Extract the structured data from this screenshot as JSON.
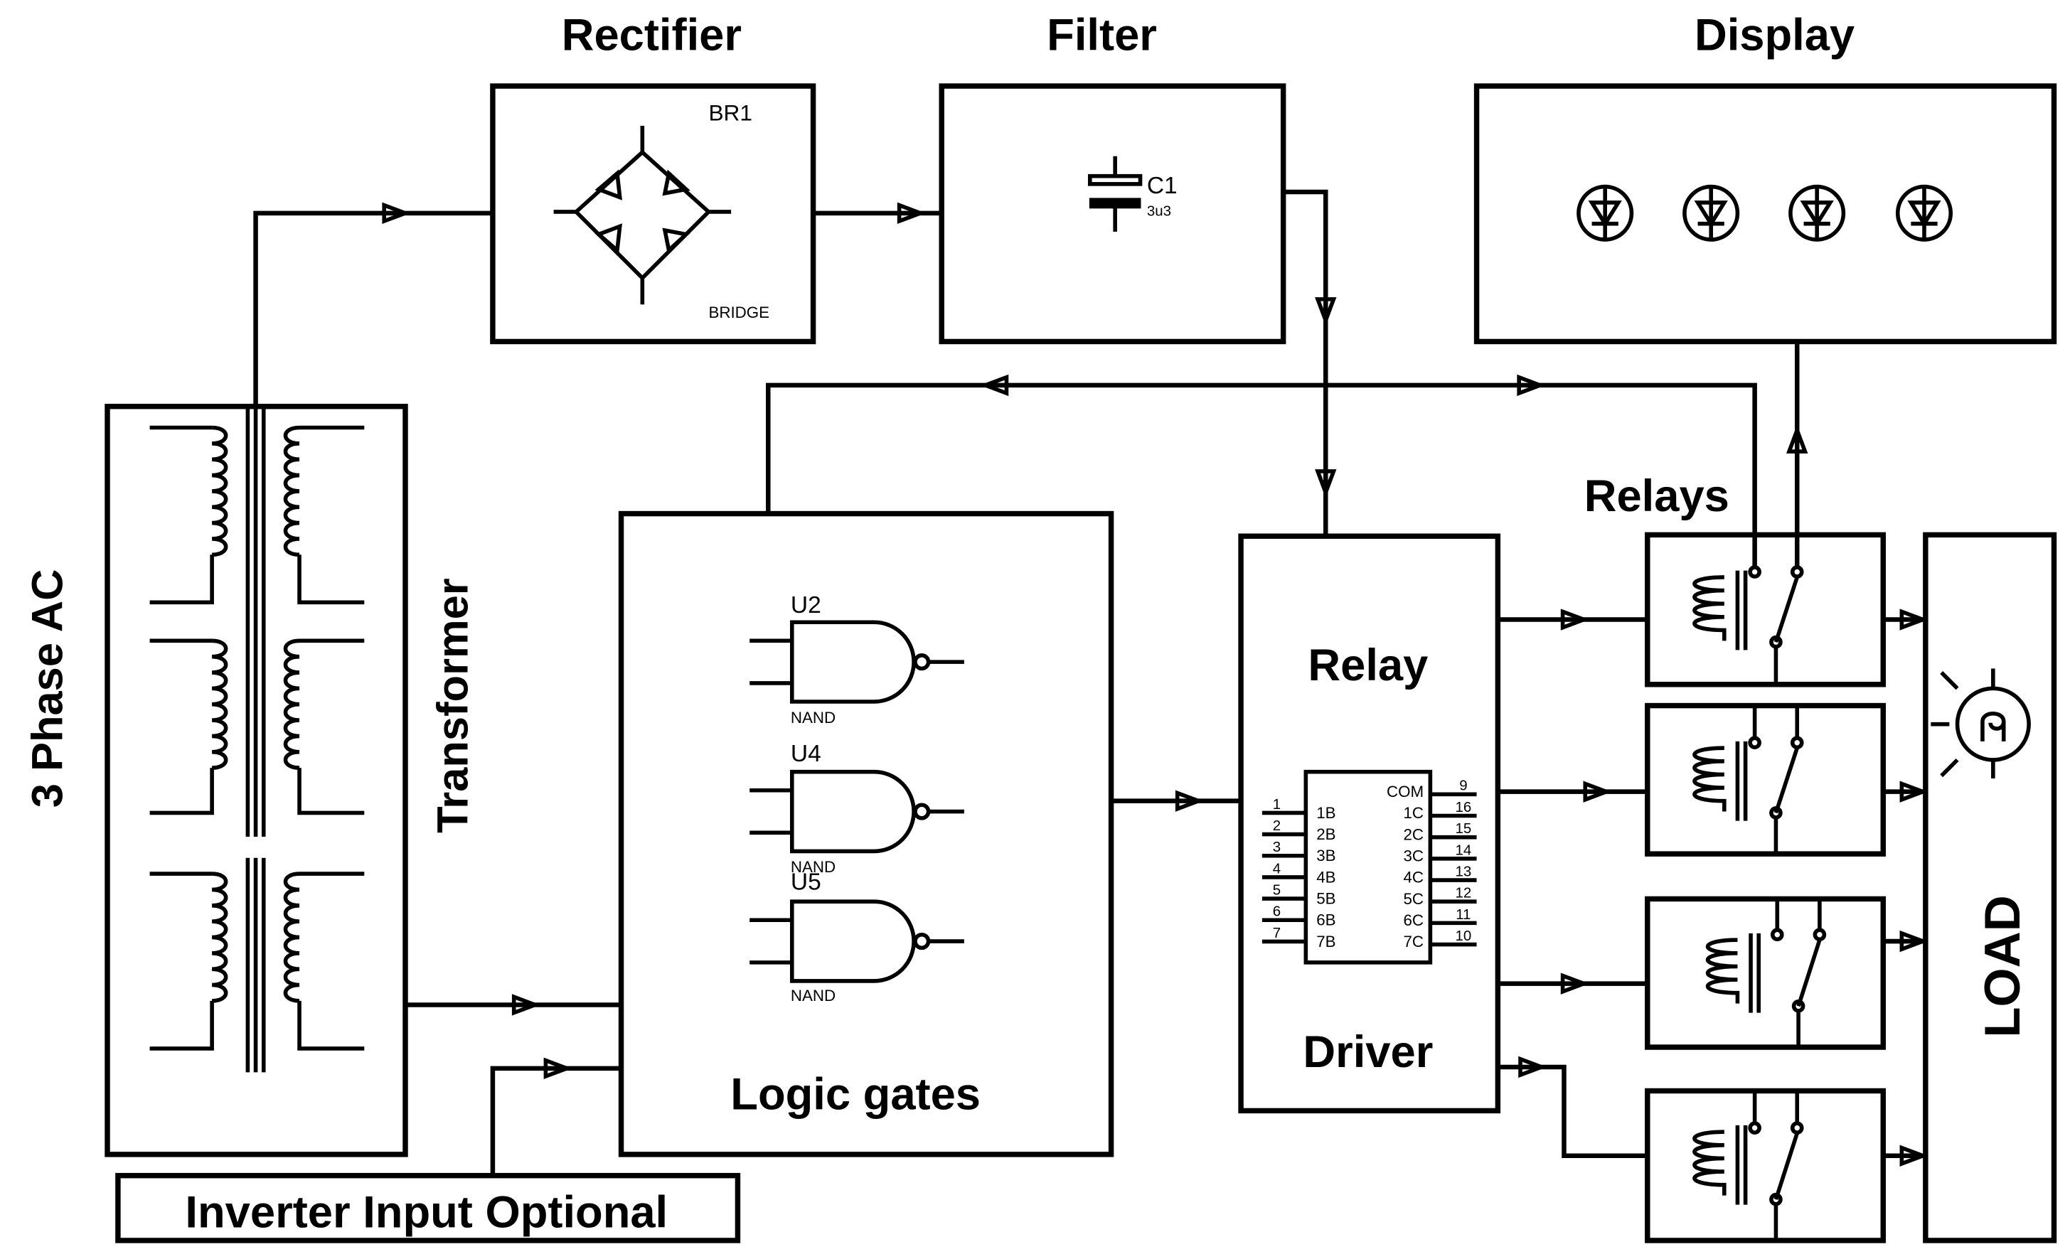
{
  "labels": {
    "rectifier": "Rectifier",
    "filter": "Filter",
    "display": "Display",
    "three_phase_ac": "3 Phase AC",
    "transformer": "Transformer",
    "relays": "Relays",
    "relay": "Relay",
    "driver": "Driver",
    "logic_gates": "Logic gates",
    "load": "LOAD",
    "inverter_input": "Inverter Input Optional"
  },
  "rectifier": {
    "ref": "BR1",
    "part": "BRIDGE"
  },
  "filter": {
    "ref": "C1",
    "value": "3u3"
  },
  "gates": [
    {
      "ref": "U2",
      "type": "NAND"
    },
    {
      "ref": "U4",
      "type": "NAND"
    },
    {
      "ref": "U5",
      "type": "NAND"
    }
  ],
  "driver_ic": {
    "left_pins": [
      {
        "num": "1",
        "name": "1B"
      },
      {
        "num": "2",
        "name": "2B"
      },
      {
        "num": "3",
        "name": "3B"
      },
      {
        "num": "4",
        "name": "4B"
      },
      {
        "num": "5",
        "name": "5B"
      },
      {
        "num": "6",
        "name": "6B"
      },
      {
        "num": "7",
        "name": "7B"
      }
    ],
    "right_pins": [
      {
        "num": "9",
        "name": "COM"
      },
      {
        "num": "16",
        "name": "1C"
      },
      {
        "num": "15",
        "name": "2C"
      },
      {
        "num": "14",
        "name": "3C"
      },
      {
        "num": "13",
        "name": "4C"
      },
      {
        "num": "12",
        "name": "5C"
      },
      {
        "num": "11",
        "name": "6C"
      },
      {
        "num": "10",
        "name": "7C"
      }
    ]
  }
}
